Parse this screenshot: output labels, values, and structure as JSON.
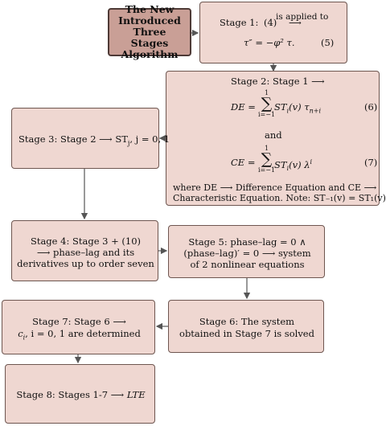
{
  "title": "The New Introduced Three Stages Algorithm",
  "stage1": {
    "label": "Stage 1:",
    "ref": "(4)",
    "text": "is applied to",
    "eq": "τ″ = −φ² τ.",
    "num": "(5)"
  },
  "stage2": {
    "label": "Stage 2: Stage 1 ⟶",
    "de_lhs": "DE =",
    "de_rhs": "ST",
    "de_sub": "i",
    "de_arg": "(v) τ",
    "de_arg_sub": "n+i",
    "num6": "(6)",
    "and": "and",
    "ce_lhs": "CE =",
    "ce_rhs": "ST",
    "ce_sub": "i",
    "ce_arg": "(v) λ",
    "ce_arg_sup": "i",
    "num7": "(7)",
    "sum_top": "1",
    "sum_bot": "i=−1",
    "where1": "where DE ⟶ Difference  Equation and CE ⟶",
    "where2": "Characteristic  Equation. Note: ST₋₁(v) = ST₁(v)"
  },
  "stage3": {
    "text": "Stage 3: Stage 2 ⟶ ST",
    "sub": "j",
    "tail": ",  j = 0, 1"
  },
  "stage4": {
    "line1": "Stage 4: Stage 3 + (10)",
    "line2": "⟶ phase–lag and its",
    "line3": "derivatives up to order seven"
  },
  "stage5": {
    "line1": "Stage 5: phase–lag  =  0 ∧",
    "line2": "(phase–lag)′ = 0 ⟶ system",
    "line3": "of 2 nonlinear equations"
  },
  "stage6": {
    "line1": "Stage 6: The system",
    "line2": "obtained in Stage 7 is solved"
  },
  "stage7": {
    "line1": "Stage 7: Stage 6 ⟶",
    "line2": "c",
    "line2_sub": "i",
    "line2_tail": ", i  =  0, 1 are determined"
  },
  "stage8": {
    "text": "Stage 8: Stages 1-7 ⟶ ",
    "lte": "LTE"
  }
}
